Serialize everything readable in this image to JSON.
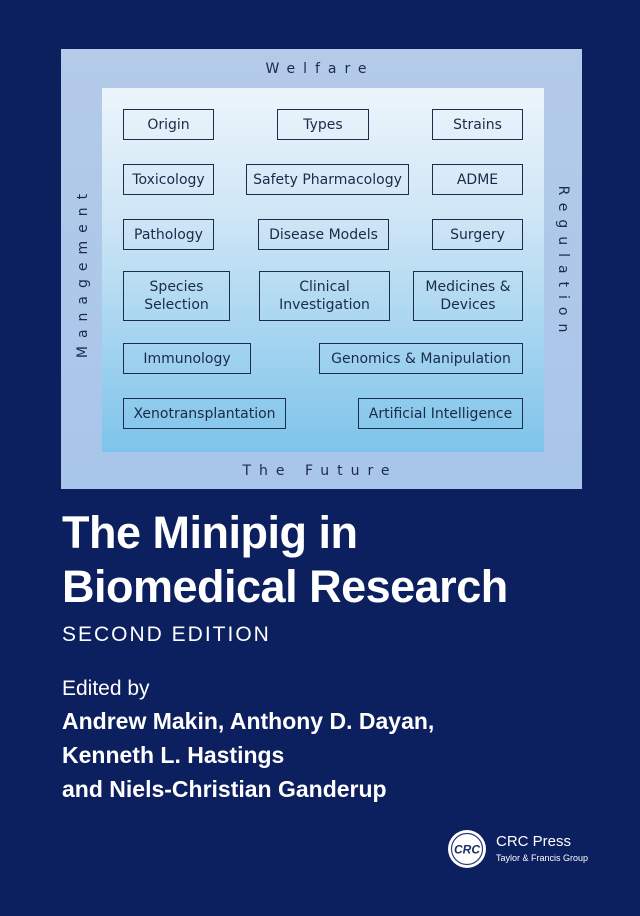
{
  "diagram": {
    "top_label": "Welfare",
    "bottom_label": "The Future",
    "left_label": "Management",
    "right_label": "Regulation",
    "boxes": [
      "Origin",
      "Types",
      "Strains",
      "Toxicology",
      "Safety Pharmacology",
      "ADME",
      "Pathology",
      "Disease Models",
      "Surgery",
      "Species\nSelection",
      "Clinical\nInvestigation",
      "Medicines &\nDevices",
      "Immunology",
      "Genomics & Manipulation",
      "Xenotransplantation",
      "Artificial Intelligence"
    ]
  },
  "title": {
    "line1": "The Minipig in",
    "line2": "Biomedical Research"
  },
  "edition": "SECOND EDITION",
  "edited_by": "Edited by",
  "authors": {
    "line1": "Andrew Makin, Anthony D. Dayan,",
    "line2": "Kenneth L. Hastings",
    "line3": "and Niels-Christian Ganderup"
  },
  "publisher": {
    "logo_text": "CRC",
    "name": "CRC Press",
    "group": "Taylor & Francis Group"
  },
  "colors": {
    "background": "#0c1f5e",
    "frame": "#a8c5ea",
    "text": "#ffffff"
  }
}
